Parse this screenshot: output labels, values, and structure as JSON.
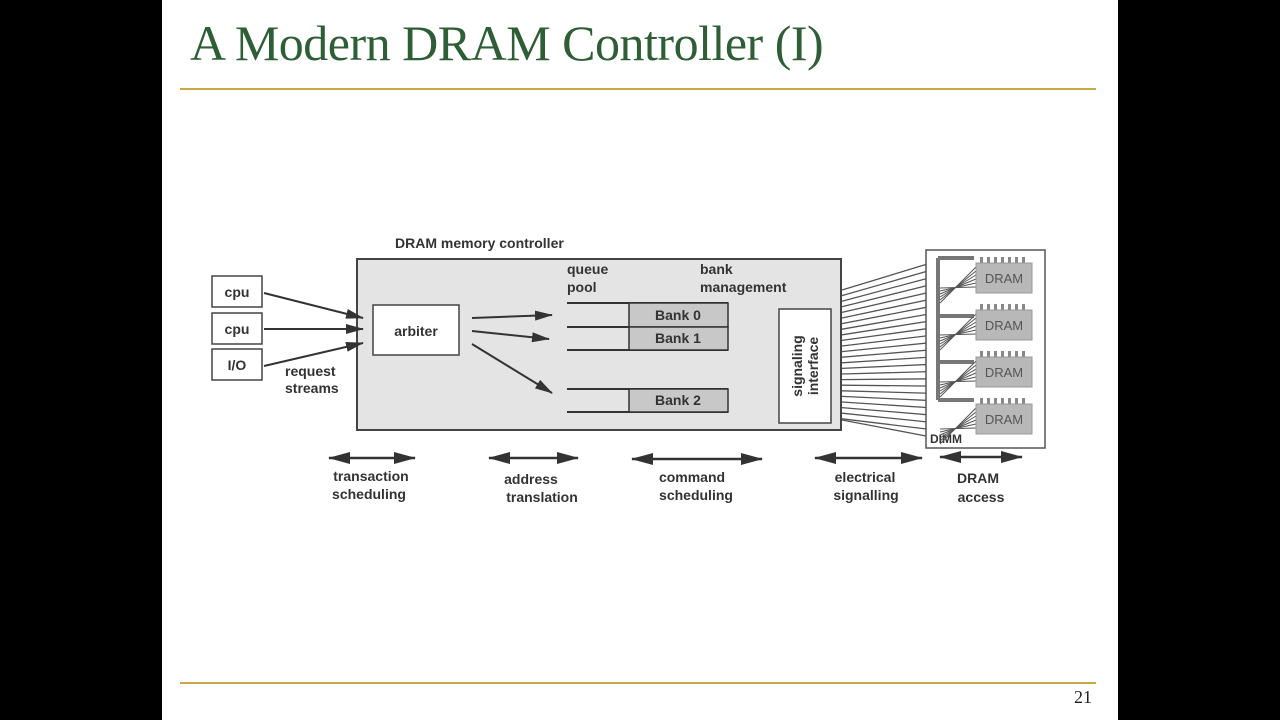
{
  "slide": {
    "title": "A Modern DRAM Controller (I)",
    "page_number": "21"
  },
  "diagram": {
    "controller_label": "DRAM memory controller",
    "sources": [
      "cpu",
      "cpu",
      "I/O"
    ],
    "request_label_1": "request",
    "request_label_2": "streams",
    "arbiter_label": "arbiter",
    "queue_label_1": "queue",
    "queue_label_2": "pool",
    "bank_mgmt_label_1": "bank",
    "bank_mgmt_label_2": "management",
    "banks": [
      "Bank 0",
      "Bank 1",
      "Bank 2"
    ],
    "signaling_label_1": "signaling",
    "signaling_label_2": "interface",
    "dram_chips": [
      "DRAM",
      "DRAM",
      "DRAM",
      "DRAM"
    ],
    "dimm_label": "DIMM",
    "stages": [
      {
        "line1": "transaction",
        "line2": "scheduling"
      },
      {
        "line1": "address",
        "line2": "translation"
      },
      {
        "line1": "command",
        "line2": "scheduling"
      },
      {
        "line1": "electrical",
        "line2": "signalling"
      },
      {
        "line1": "DRAM",
        "line2": "access"
      }
    ],
    "colors": {
      "controller_fill": "#e4e4e4",
      "bank_fill": "#c8c8c8",
      "dram_fill": "#b4b4b4",
      "line": "#333333"
    }
  }
}
